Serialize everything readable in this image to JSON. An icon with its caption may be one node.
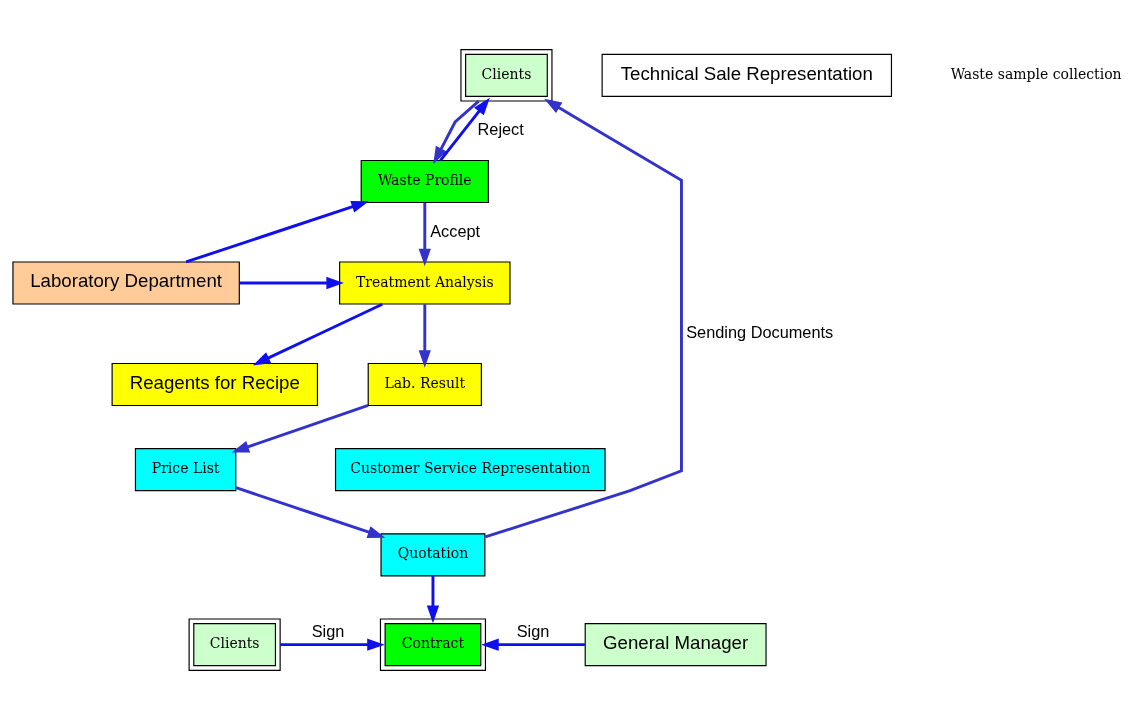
{
  "diagram": {
    "nodes": [
      {
        "text": [
          "Clients"
        ]
      },
      {
        "text": [
          "Waste Profile"
        ]
      },
      {
        "text": [
          "Treatment Analysis"
        ]
      },
      {
        "text": [
          "Laboratory Department"
        ]
      },
      {
        "text": [
          "Lab. Result"
        ]
      },
      {
        "text": [
          "Reagents for Recipe"
        ]
      },
      {
        "text": [
          "Price List"
        ]
      },
      {
        "text": [
          "Customer Service Representation"
        ]
      },
      {
        "text": [
          "Quotation"
        ]
      },
      {
        "text": [
          "Contract"
        ]
      },
      {
        "text": [
          "Clients"
        ]
      },
      {
        "text": [
          "General Manager"
        ]
      },
      {
        "text": [
          "Technical Sale Representation"
        ]
      }
    ],
    "edges": [
      {
        "from": 0,
        "to": 1,
        "arrow": "to"
      },
      {
        "from": 1,
        "to": 0,
        "arrow": "to",
        "label": "Reject",
        "color": "#1010ee"
      },
      {
        "from": 1,
        "to": 2,
        "arrow": "to",
        "label": "Accept"
      },
      {
        "from": 3,
        "to": 2,
        "arrow": "to",
        "color": "#1010ee"
      },
      {
        "from": 3,
        "to": 1,
        "arrow": "to",
        "color": "#1010ee"
      },
      {
        "from": 2,
        "to": 4,
        "arrow": "to"
      },
      {
        "from": 2,
        "to": 5,
        "arrow": "to",
        "color": "#1010ee"
      },
      {
        "from": 4,
        "to": 6,
        "arrow": "to"
      },
      {
        "from": 6,
        "to": 8,
        "arrow": "to"
      },
      {
        "from": 8,
        "to": 0,
        "arrow": "to",
        "label": "Sending Documents"
      },
      {
        "from": 8,
        "to": 9,
        "arrow": "to",
        "color": "#1010ee"
      },
      {
        "from": 10,
        "to": 9,
        "arrow": "to",
        "label": "Sign",
        "color": "#1010ee"
      },
      {
        "from": 11,
        "to": 9,
        "arrow": "to",
        "label": "Sign",
        "color": "#1010ee"
      }
    ],
    "labels": [
      "Waste sample collection"
    ]
  }
}
